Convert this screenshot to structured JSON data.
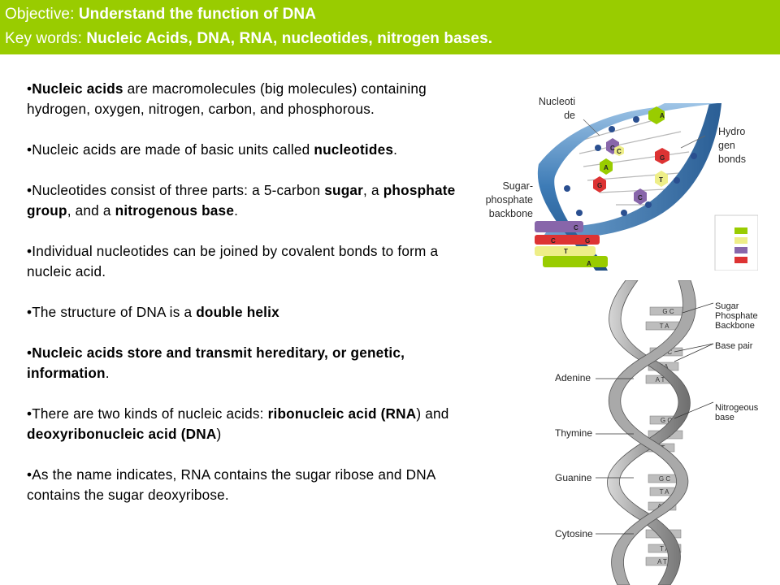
{
  "header": {
    "objective_label": "Objective: ",
    "objective_text": "Understand the function of DNA",
    "keywords_label": "Key words: ",
    "keywords_text": "Nucleic Acids, DNA, RNA, nucleotides, nitrogen bases."
  },
  "bullets": [
    {
      "parts": [
        {
          "t": "•",
          "b": false
        },
        {
          "t": "Nucleic acids",
          "b": true
        },
        {
          "t": " are macromolecules (big molecules) containing hydrogen, oxygen, nitrogen, carbon, and phosphorous.",
          "b": false
        }
      ]
    },
    {
      "parts": [
        {
          "t": "•Nucleic acids are made of basic units called ",
          "b": false
        },
        {
          "t": "nucleotides",
          "b": true
        },
        {
          "t": ".",
          "b": false
        }
      ]
    },
    {
      "parts": [
        {
          "t": "•Nucleotides consist of three parts: a 5-carbon ",
          "b": false
        },
        {
          "t": "sugar",
          "b": true
        },
        {
          "t": ", a ",
          "b": false
        },
        {
          "t": "phosphate group",
          "b": true
        },
        {
          "t": ", and a ",
          "b": false
        },
        {
          "t": "nitrogenous base",
          "b": true
        },
        {
          "t": ".",
          "b": false
        }
      ]
    },
    {
      "parts": [
        {
          "t": "•Individual nucleotides can be joined by covalent bonds to form a nucleic acid.",
          "b": false
        }
      ]
    },
    {
      "parts": [
        {
          "t": "•The structure of DNA is a ",
          "b": false
        },
        {
          "t": "double helix",
          "b": true
        }
      ]
    },
    {
      "parts": [
        {
          "t": "•",
          "b": false
        },
        {
          "t": "Nucleic acids store and transmit hereditary, or genetic, information",
          "b": true
        },
        {
          "t": ".",
          "b": false
        }
      ]
    },
    {
      "parts": [
        {
          "t": "•There are two kinds of nucleic acids: ",
          "b": false
        },
        {
          "t": "ribonucleic acid (RNA",
          "b": true
        },
        {
          "t": ") and ",
          "b": false
        },
        {
          "t": "deoxyribonucleic acid (DNA",
          "b": true
        },
        {
          "t": ")",
          "b": false
        }
      ]
    },
    {
      "parts": [
        {
          "t": "•As the name indicates, RNA contains the sugar ribose and DNA contains the sugar deoxyribose.",
          "b": false
        }
      ]
    }
  ],
  "figure1": {
    "label_nucleotide_1": "Nucleoti",
    "label_nucleotide_2": "de",
    "label_hydrogen_1": "Hydro",
    "label_hydrogen_2": "gen",
    "label_hydrogen_3": "bonds",
    "label_sugar_1": "Sugar-",
    "label_sugar_2": "phosphate",
    "label_sugar_3": "backbone",
    "base_letters": [
      "A",
      "C",
      "G",
      "C",
      "A",
      "T",
      "G",
      "C",
      "C",
      "G",
      "C",
      "T",
      "A"
    ],
    "legend_colors": [
      "#99cc00",
      "#eeee88",
      "#8866aa",
      "#dd3333"
    ]
  },
  "figure2": {
    "label_sugar_phosphate_1": "Sugar",
    "label_sugar_phosphate_2": "Phosphate",
    "label_sugar_phosphate_3": "Backbone",
    "label_base_pair": "Base pair",
    "label_nitrogeous_1": "Nitrogeous",
    "label_nitrogeous_2": "base",
    "label_adenine": "Adenine",
    "label_thymine": "Thymine",
    "label_guanine": "Guanine",
    "label_cytosine": "Cytosine",
    "pairs": [
      "G C",
      "T A",
      "G C",
      "T A",
      "A T",
      "G C",
      "T A",
      "A T",
      "G C",
      "T A",
      "A T",
      "C G",
      "T A",
      "A T"
    ]
  },
  "colors": {
    "header_bg": "#99cc00",
    "backbone_blue": "#3a78b0",
    "grey_helix": "#8c8c8c"
  }
}
